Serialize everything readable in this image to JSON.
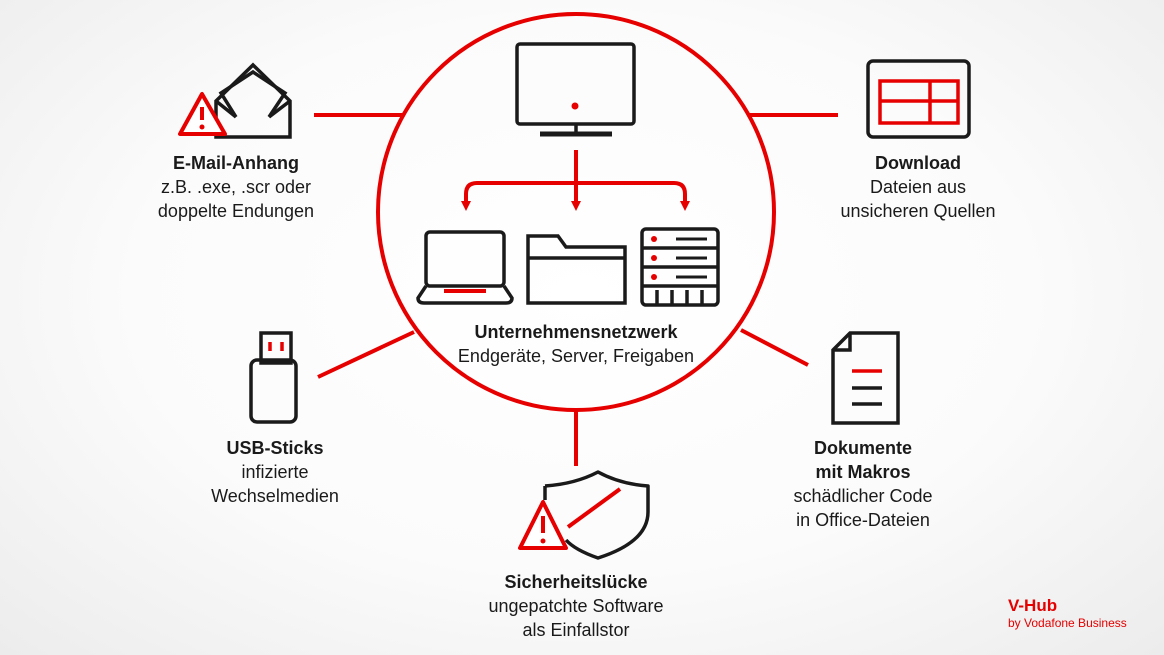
{
  "colors": {
    "accent": "#e60000",
    "ink": "#1a1a1a"
  },
  "center": {
    "title": "Unternehmensnetzwerk",
    "description": "Endgeräte, Server, Freigaben",
    "icons": [
      "monitor-icon",
      "laptop-icon",
      "folder-icon",
      "server-icon"
    ]
  },
  "vectors": [
    {
      "id": "email",
      "icon": "envelope-warning-icon",
      "title": "E-Mail-Anhang",
      "description": "z.B. .exe, .scr oder\ndoppelte Endungen"
    },
    {
      "id": "download",
      "icon": "download-window-icon",
      "title": "Download",
      "description": "Dateien aus\nunsicheren Quellen"
    },
    {
      "id": "usb",
      "icon": "usb-stick-icon",
      "title": "USB-Sticks",
      "description": "infizierte\nWechselmedien"
    },
    {
      "id": "documents",
      "icon": "document-icon",
      "title": "Dokumente\nmit Makros",
      "description": "schädlicher Code\nin Office-Dateien"
    },
    {
      "id": "vulnerability",
      "icon": "broken-shield-warning-icon",
      "title": "Sicherheitslücke",
      "description": "ungepatchte Software\nals Einfallstor"
    }
  ],
  "brand": {
    "name": "V-Hub",
    "subtitle": "by Vodafone Business"
  }
}
